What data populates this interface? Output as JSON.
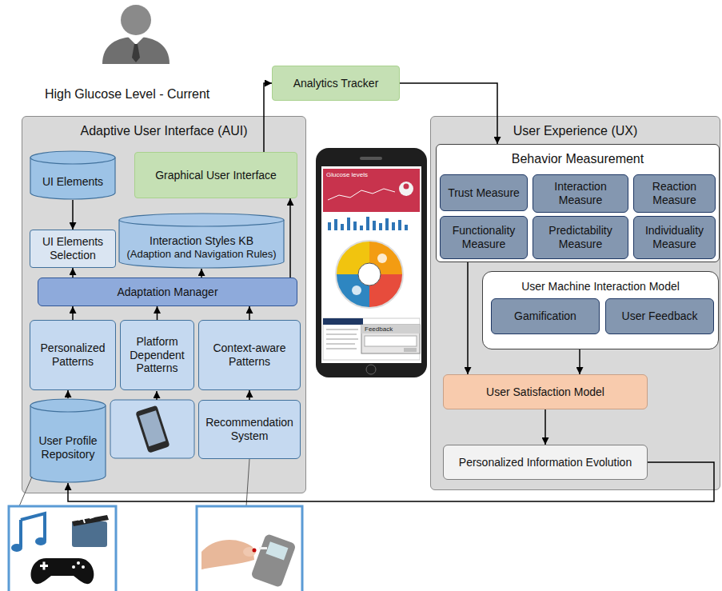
{
  "diagram": {
    "nodes": [
      {
        "text": [
          "Adaptive User Interface (AUI)"
        ]
      },
      {
        "text": [
          "UI Elements"
        ],
        "in": 0
      },
      {
        "text": [
          "Graphical User Interface"
        ],
        "in": 0
      },
      {
        "text": [
          "UI Elements Selection"
        ],
        "in": 0
      },
      {
        "text": [
          "Interaction Styles KB",
          "(Adaption and Navigation Rules)"
        ],
        "in": 0
      },
      {
        "text": [
          "Adaptation Manager"
        ],
        "in": 0
      },
      {
        "text": [
          "Personalized Patterns"
        ],
        "in": 0
      },
      {
        "text": [
          "Platform Dependent Patterns"
        ],
        "in": 0
      },
      {
        "text": [
          "Context-aware Patterns"
        ],
        "in": 0
      },
      {
        "text": [
          "User Profile Repository"
        ],
        "in": 0
      },
      {
        "text": [
          "Recommendation System"
        ],
        "in": 0
      },
      {
        "text": [
          "Analytics Tracker"
        ]
      },
      {
        "text": [
          "User Experience (UX)"
        ]
      },
      {
        "text": [
          "Behavior Measurement"
        ],
        "in": 12
      },
      {
        "text": [
          "Trust Measure"
        ],
        "in": 13
      },
      {
        "text": [
          "Interaction Measure"
        ],
        "in": 13
      },
      {
        "text": [
          "Reaction Measure"
        ],
        "in": 13
      },
      {
        "text": [
          "Functionality Measure"
        ],
        "in": 13
      },
      {
        "text": [
          "Predictability Measure"
        ],
        "in": 13
      },
      {
        "text": [
          "Individuality Measure"
        ],
        "in": 13
      },
      {
        "text": [
          "User Machine Interaction Model"
        ],
        "in": 12
      },
      {
        "text": [
          "Gamification"
        ],
        "in": 20
      },
      {
        "text": [
          "User Feedback"
        ],
        "in": 20
      },
      {
        "text": [
          "User Satisfaction Model"
        ],
        "in": 12
      },
      {
        "text": [
          "Personalized Information Evolution"
        ],
        "in": 12
      }
    ],
    "edges": [
      {
        "from": 1,
        "to": 3,
        "arrow": "to"
      },
      {
        "from": 5,
        "to": 3,
        "arrow": "to"
      },
      {
        "from": 5,
        "to": 4,
        "arrow": "to"
      },
      {
        "from": 5,
        "to": 2,
        "arrow": "to"
      },
      {
        "from": 6,
        "to": 5,
        "arrow": "to"
      },
      {
        "from": 7,
        "to": 5,
        "arrow": "to"
      },
      {
        "from": 8,
        "to": 5,
        "arrow": "to"
      },
      {
        "from": 9,
        "to": 6,
        "arrow": "to"
      },
      {
        "from": 10,
        "to": 8,
        "arrow": "to"
      },
      {
        "from": 2,
        "to": 11,
        "arrow": "to"
      },
      {
        "from": 11,
        "to": 13,
        "arrow": "to"
      },
      {
        "from": 13,
        "to": 23,
        "arrow": "to"
      },
      {
        "from": 20,
        "to": 23,
        "arrow": "to"
      },
      {
        "from": 23,
        "to": 24,
        "arrow": "to"
      },
      {
        "from": 24,
        "to": 9,
        "arrow": "to"
      }
    ],
    "labels": [
      "High Glucose Level - Current",
      "Glucose levels",
      "Feedback"
    ]
  }
}
